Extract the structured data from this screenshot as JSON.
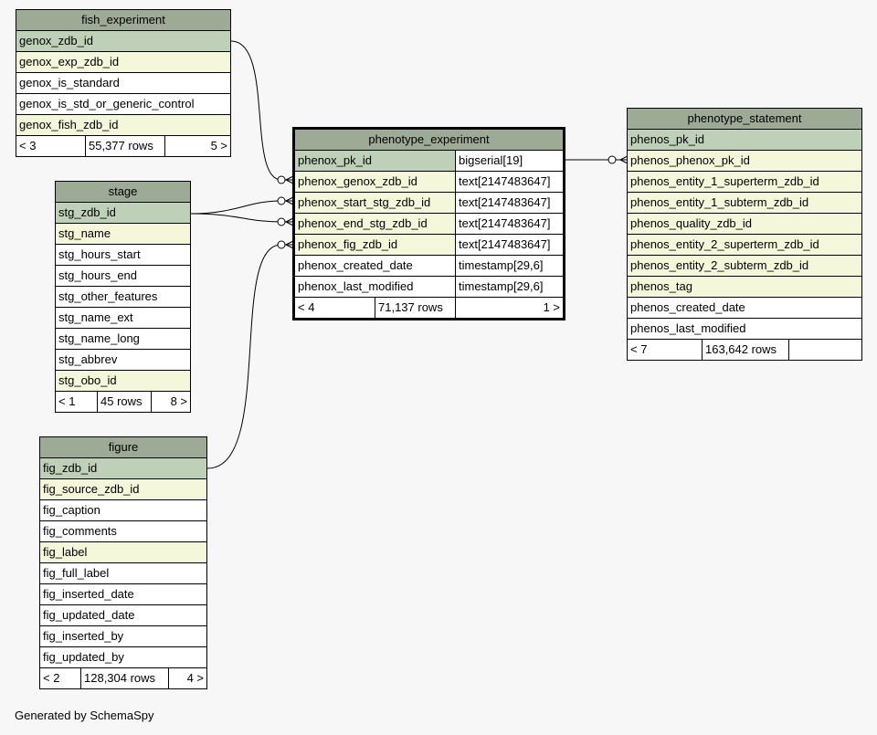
{
  "tables": {
    "fish_experiment": {
      "name": "fish_experiment",
      "columns": [
        {
          "name": "genox_zdb_id",
          "kind": "pk"
        },
        {
          "name": "genox_exp_zdb_id",
          "kind": "fk"
        },
        {
          "name": "genox_is_standard",
          "kind": "plain"
        },
        {
          "name": "genox_is_std_or_generic_control",
          "kind": "plain"
        },
        {
          "name": "genox_fish_zdb_id",
          "kind": "fk"
        }
      ],
      "footer": {
        "left": "< 3",
        "rows": "55,377 rows",
        "right": "5 >"
      }
    },
    "stage": {
      "name": "stage",
      "columns": [
        {
          "name": "stg_zdb_id",
          "kind": "pk"
        },
        {
          "name": "stg_name",
          "kind": "fk"
        },
        {
          "name": "stg_hours_start",
          "kind": "plain"
        },
        {
          "name": "stg_hours_end",
          "kind": "plain"
        },
        {
          "name": "stg_other_features",
          "kind": "plain"
        },
        {
          "name": "stg_name_ext",
          "kind": "plain"
        },
        {
          "name": "stg_name_long",
          "kind": "plain"
        },
        {
          "name": "stg_abbrev",
          "kind": "plain"
        },
        {
          "name": "stg_obo_id",
          "kind": "fk"
        }
      ],
      "footer": {
        "left": "< 1",
        "rows": "45 rows",
        "right": "8 >"
      }
    },
    "figure": {
      "name": "figure",
      "columns": [
        {
          "name": "fig_zdb_id",
          "kind": "pk"
        },
        {
          "name": "fig_source_zdb_id",
          "kind": "fk"
        },
        {
          "name": "fig_caption",
          "kind": "plain"
        },
        {
          "name": "fig_comments",
          "kind": "plain"
        },
        {
          "name": "fig_label",
          "kind": "fk"
        },
        {
          "name": "fig_full_label",
          "kind": "plain"
        },
        {
          "name": "fig_inserted_date",
          "kind": "plain"
        },
        {
          "name": "fig_updated_date",
          "kind": "plain"
        },
        {
          "name": "fig_inserted_by",
          "kind": "plain"
        },
        {
          "name": "fig_updated_by",
          "kind": "plain"
        }
      ],
      "footer": {
        "left": "< 2",
        "rows": "128,304 rows",
        "right": "4 >"
      }
    },
    "phenotype_experiment": {
      "name": "phenotype_experiment",
      "columns": [
        {
          "name": "phenox_pk_id",
          "kind": "pk",
          "type": "bigserial[19]"
        },
        {
          "name": "phenox_genox_zdb_id",
          "kind": "fk",
          "type": "text[2147483647]"
        },
        {
          "name": "phenox_start_stg_zdb_id",
          "kind": "fk",
          "type": "text[2147483647]"
        },
        {
          "name": "phenox_end_stg_zdb_id",
          "kind": "fk",
          "type": "text[2147483647]"
        },
        {
          "name": "phenox_fig_zdb_id",
          "kind": "fk",
          "type": "text[2147483647]"
        },
        {
          "name": "phenox_created_date",
          "kind": "plain",
          "type": "timestamp[29,6]"
        },
        {
          "name": "phenox_last_modified",
          "kind": "plain",
          "type": "timestamp[29,6]"
        }
      ],
      "footer": {
        "left": "< 4",
        "rows": "71,137 rows",
        "right": "1 >"
      }
    },
    "phenotype_statement": {
      "name": "phenotype_statement",
      "columns": [
        {
          "name": "phenos_pk_id",
          "kind": "pk"
        },
        {
          "name": "phenos_phenox_pk_id",
          "kind": "fk"
        },
        {
          "name": "phenos_entity_1_superterm_zdb_id",
          "kind": "fk"
        },
        {
          "name": "phenos_entity_1_subterm_zdb_id",
          "kind": "fk"
        },
        {
          "name": "phenos_quality_zdb_id",
          "kind": "fk"
        },
        {
          "name": "phenos_entity_2_superterm_zdb_id",
          "kind": "fk"
        },
        {
          "name": "phenos_entity_2_subterm_zdb_id",
          "kind": "fk"
        },
        {
          "name": "phenos_tag",
          "kind": "fk"
        },
        {
          "name": "phenos_created_date",
          "kind": "plain"
        },
        {
          "name": "phenos_last_modified",
          "kind": "plain"
        }
      ],
      "footer": {
        "left": "< 7",
        "rows": "163,642 rows",
        "right": ""
      }
    }
  },
  "credit": "Generated by SchemaSpy",
  "colors": {
    "header": "#9caa96",
    "primary_key": "#bed1b8",
    "foreign_key": "#f4f7da",
    "background": "#f7f7f7"
  }
}
